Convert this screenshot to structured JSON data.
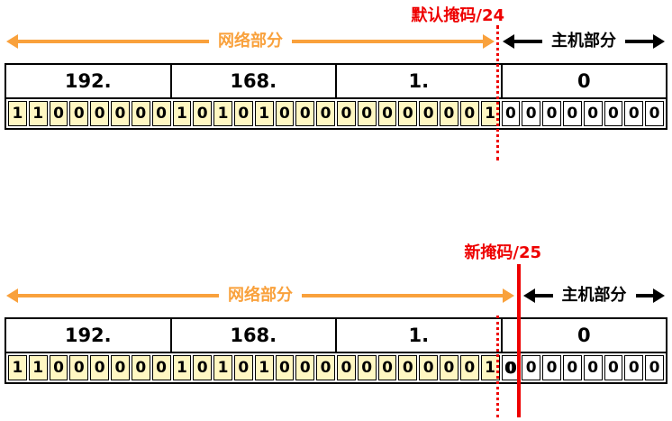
{
  "colors": {
    "accent_red": "#EE0000",
    "arrow_orange": "#F9A13C",
    "arrow_black": "#000000",
    "network_bit_bg": "#FFF7C2",
    "host_bit_bg": "#FFFFFF",
    "border_black": "#000000"
  },
  "diagrams": [
    {
      "mask_label": "默认掩码/24",
      "network_label": "网络部分",
      "host_label": "主机部分",
      "octets": [
        "192.",
        "168.",
        "1.",
        "0"
      ],
      "bits": [
        "1",
        "1",
        "0",
        "0",
        "0",
        "0",
        "0",
        "0",
        "1",
        "0",
        "1",
        "0",
        "1",
        "0",
        "0",
        "0",
        "0",
        "0",
        "0",
        "0",
        "0",
        "0",
        "0",
        "1",
        "0",
        "0",
        "0",
        "0",
        "0",
        "0",
        "0",
        "0"
      ],
      "network_bits": 24,
      "emphasized_bit": null,
      "boundaries": [
        {
          "bit": 24,
          "style": "dotted"
        }
      ]
    },
    {
      "mask_label": "新掩码/25",
      "network_label": "网络部分",
      "host_label": "主机部分",
      "octets": [
        "192.",
        "168.",
        "1.",
        "0"
      ],
      "bits": [
        "1",
        "1",
        "0",
        "0",
        "0",
        "0",
        "0",
        "0",
        "1",
        "0",
        "1",
        "0",
        "1",
        "0",
        "0",
        "0",
        "0",
        "0",
        "0",
        "0",
        "0",
        "0",
        "0",
        "1",
        "0",
        "0",
        "0",
        "0",
        "0",
        "0",
        "0",
        "0"
      ],
      "network_bits": 24,
      "emphasized_bit": 24,
      "boundaries": [
        {
          "bit": 24,
          "style": "dotted"
        },
        {
          "bit": 25,
          "style": "solid"
        }
      ]
    }
  ]
}
